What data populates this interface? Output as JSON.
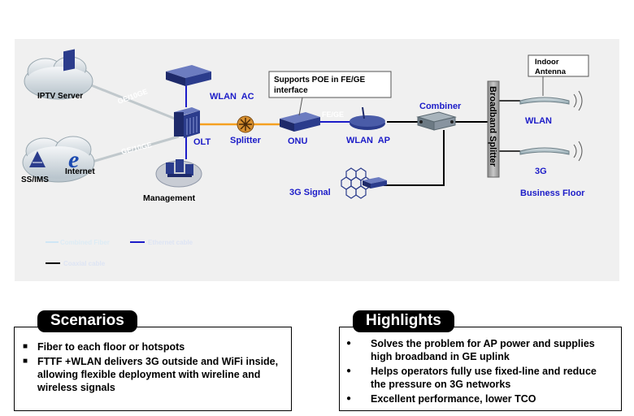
{
  "diagram": {
    "labels": {
      "iptv_server": "IPTV Server",
      "ss_ims": "SS/IMS",
      "internet": "Internet",
      "ge_10ge_top": "GE/10GE",
      "ge_10ge_bottom": "GE/10GE",
      "wlan_ac": "WLAN  AC",
      "olt": "OLT",
      "management": "Management",
      "splitter": "Splitter",
      "onu": "ONU",
      "poe_note_line1": "Supports POE in FE/GE",
      "poe_note_line2": "interface",
      "fe_ge": "FE/GE",
      "wlan_ap": "WLAN  AP",
      "combiner": "Combiner",
      "broadband_splitter": "Broadband Splitter",
      "indoor_antenna_line1": "Indoor",
      "indoor_antenna_line2": "Antenna",
      "wlan": "WLAN",
      "three_g": "3G",
      "three_g_signal": "3G Signal",
      "business_floor": "Business Floor"
    },
    "legend": {
      "items": [
        {
          "label": "Combined Fiber",
          "color": "#1e90d8"
        },
        {
          "label": "Ethernet cable",
          "color": "#1c1cc8"
        },
        {
          "label": "Coaxial cable",
          "color": "#000000"
        }
      ]
    },
    "colors": {
      "fiber": "#f5a020",
      "ethernet": "#1c1cc8",
      "label_blue": "#1c1cc8",
      "background": "#f0f0f0",
      "device_blue": "#2b3c8c"
    }
  },
  "scenarios": {
    "title": "Scenarios",
    "bullet": "■",
    "items": [
      "Fiber to each floor or hotspots",
      "FTTF +WLAN delivers 3G outside and WiFi inside, allowing flexible deployment with wireline and wireless signals"
    ]
  },
  "highlights": {
    "title": "Highlights",
    "bullet": "●",
    "items": [
      "Solves the problem for AP power and supplies high broadband in GE uplink",
      "Helps operators fully use fixed-line and reduce the pressure on 3G networks",
      "Excellent performance, lower TCO"
    ]
  }
}
